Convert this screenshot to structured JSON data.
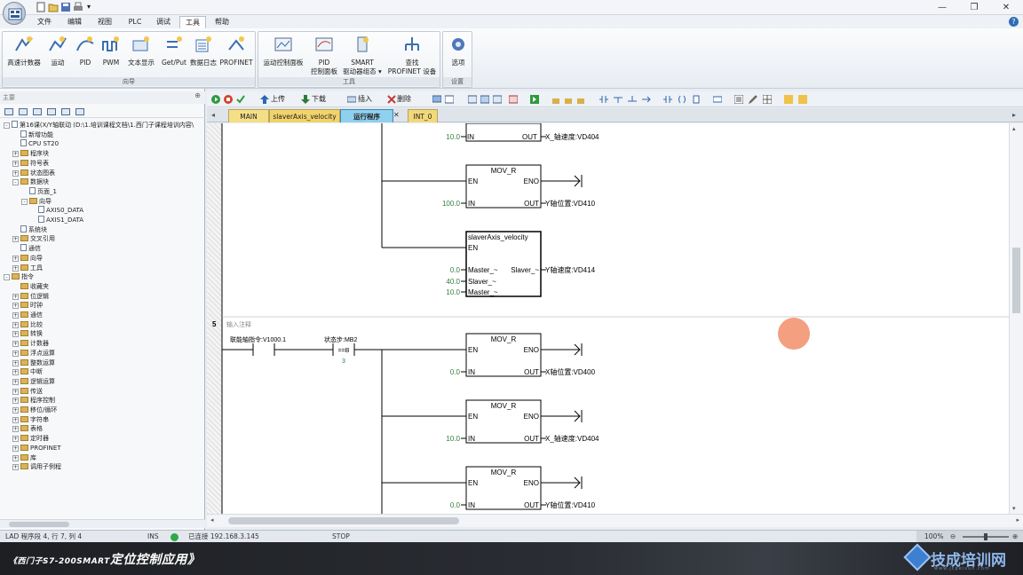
{
  "quick_access": {
    "icons": [
      "new-icon",
      "open-icon",
      "save-icon",
      "print-icon"
    ]
  },
  "window": {
    "minimize": "—",
    "restore": "❐",
    "close": "✕"
  },
  "menu": {
    "tabs": [
      {
        "label": "文件"
      },
      {
        "label": "编辑"
      },
      {
        "label": "视图"
      },
      {
        "label": "PLC"
      },
      {
        "label": "调试"
      },
      {
        "label": "工具"
      },
      {
        "label": "帮助"
      }
    ],
    "active": "工具",
    "help": "?"
  },
  "ribbon": {
    "wizard_group": {
      "label": "向导",
      "buttons": [
        "高速计数器",
        "运动",
        "PID",
        "PWM",
        "文本显示",
        "Get/Put",
        "数据日志",
        "PROFINET"
      ]
    },
    "tools_group": {
      "label": "工具",
      "buttons": [
        [
          "运动控制面板",
          ""
        ],
        [
          "PID",
          "控制面板"
        ],
        [
          "SMART",
          "驱动器组态 ▾"
        ],
        [
          "查找",
          "PROFINET 设备"
        ]
      ]
    },
    "settings_group": {
      "label": "设置",
      "buttons": [
        "选项"
      ]
    }
  },
  "left_panel": {
    "title": "主要",
    "pin": "⊕",
    "tree": [
      {
        "depth": 0,
        "pm": "-",
        "icon": "project",
        "label": "第16课(X/Y轴联动 (D:\\1.培训课程文档\\1.西门子课程培训内容\\"
      },
      {
        "depth": 1,
        "pm": "",
        "icon": "doc",
        "label": "新增功能"
      },
      {
        "depth": 1,
        "pm": "",
        "icon": "doc",
        "label": "CPU ST20"
      },
      {
        "depth": 1,
        "pm": "+",
        "icon": "folder",
        "label": "程序块"
      },
      {
        "depth": 1,
        "pm": "+",
        "icon": "folder",
        "label": "符号表"
      },
      {
        "depth": 1,
        "pm": "+",
        "icon": "folder",
        "label": "状态图表"
      },
      {
        "depth": 1,
        "pm": "-",
        "icon": "folder",
        "label": "数据块"
      },
      {
        "depth": 2,
        "pm": "",
        "icon": "doc",
        "label": "页面_1"
      },
      {
        "depth": 2,
        "pm": "-",
        "icon": "folder",
        "label": "向导"
      },
      {
        "depth": 3,
        "pm": "",
        "icon": "doc",
        "label": "AXIS0_DATA"
      },
      {
        "depth": 3,
        "pm": "",
        "icon": "doc",
        "label": "AXIS1_DATA"
      },
      {
        "depth": 1,
        "pm": "",
        "icon": "doc",
        "label": "系统块"
      },
      {
        "depth": 1,
        "pm": "+",
        "icon": "folder",
        "label": "交叉引用"
      },
      {
        "depth": 1,
        "pm": "",
        "icon": "doc",
        "label": "通信"
      },
      {
        "depth": 1,
        "pm": "+",
        "icon": "folder",
        "label": "向导"
      },
      {
        "depth": 1,
        "pm": "+",
        "icon": "folder",
        "label": "工具"
      },
      {
        "depth": 0,
        "pm": "-",
        "icon": "folder",
        "label": "指令"
      },
      {
        "depth": 1,
        "pm": "",
        "icon": "folder",
        "label": "收藏夹"
      },
      {
        "depth": 1,
        "pm": "+",
        "icon": "folder",
        "label": "位逻辑"
      },
      {
        "depth": 1,
        "pm": "+",
        "icon": "folder",
        "label": "时钟"
      },
      {
        "depth": 1,
        "pm": "+",
        "icon": "folder",
        "label": "通信"
      },
      {
        "depth": 1,
        "pm": "+",
        "icon": "folder",
        "label": "比较"
      },
      {
        "depth": 1,
        "pm": "+",
        "icon": "folder",
        "label": "转换"
      },
      {
        "depth": 1,
        "pm": "+",
        "icon": "folder",
        "label": "计数器"
      },
      {
        "depth": 1,
        "pm": "+",
        "icon": "folder",
        "label": "浮点运算"
      },
      {
        "depth": 1,
        "pm": "+",
        "icon": "folder",
        "label": "整数运算"
      },
      {
        "depth": 1,
        "pm": "+",
        "icon": "folder",
        "label": "中断"
      },
      {
        "depth": 1,
        "pm": "+",
        "icon": "folder",
        "label": "逻辑运算"
      },
      {
        "depth": 1,
        "pm": "+",
        "icon": "folder",
        "label": "传送"
      },
      {
        "depth": 1,
        "pm": "+",
        "icon": "folder",
        "label": "程序控制"
      },
      {
        "depth": 1,
        "pm": "+",
        "icon": "folder",
        "label": "移位/循环"
      },
      {
        "depth": 1,
        "pm": "+",
        "icon": "folder",
        "label": "字符串"
      },
      {
        "depth": 1,
        "pm": "+",
        "icon": "folder",
        "label": "表格"
      },
      {
        "depth": 1,
        "pm": "+",
        "icon": "folder",
        "label": "定时器"
      },
      {
        "depth": 1,
        "pm": "+",
        "icon": "folder",
        "label": "PROFINET"
      },
      {
        "depth": 1,
        "pm": "+",
        "icon": "folder",
        "label": "库"
      },
      {
        "depth": 1,
        "pm": "+",
        "icon": "folder",
        "label": "调用子例程"
      }
    ]
  },
  "editor_toolbar": {
    "upload": "上传",
    "download": "下载",
    "insert": "插入",
    "delete": "删除"
  },
  "tabs": [
    {
      "label": "MAIN",
      "color": "#f5df86"
    },
    {
      "label": "slaverAxis_velocity",
      "color": "#f2d36b"
    },
    {
      "label": "运行程序",
      "color": "#8fd0ee"
    },
    {
      "label": "INT_0",
      "color": "#f3d879"
    }
  ],
  "ladder": {
    "top_partial": {
      "in_value": "10.0",
      "out_label": "OUT",
      "out_addr": "X_轴速度:VD404",
      "in_label": "IN"
    },
    "block1": {
      "name": "MOV_R",
      "en": "EN",
      "eno": "ENO",
      "in": "IN",
      "out": "OUT",
      "in_value": "100.0",
      "out_addr": "Y轴位置:VD410"
    },
    "block2": {
      "name": "slaverAxis_velocity",
      "en": "EN",
      "p1": "Master_~",
      "p1_out": "Slaver_~",
      "p2": "Slaver_~",
      "p3": "Master_~",
      "v1": "0.0",
      "v2": "40.0",
      "v3": "10.0",
      "out_addr": "Y轴速度:VD414"
    },
    "network5": {
      "num": "5",
      "comment": "输入注释",
      "contact1_label": "联能轴指令:V1000.1",
      "contact2_label": "状态步:MB2",
      "compare": "==B",
      "compare_value": "3"
    },
    "block3": {
      "name": "MOV_R",
      "en": "EN",
      "eno": "ENO",
      "in": "IN",
      "out": "OUT",
      "in_value": "0.0",
      "out_addr": "X轴位置:VD400"
    },
    "block4": {
      "name": "MOV_R",
      "en": "EN",
      "eno": "ENO",
      "in": "IN",
      "out": "OUT",
      "in_value": "10.0",
      "out_addr": "X_轴速度:VD404"
    },
    "block5": {
      "name": "MOV_R",
      "en": "EN",
      "eno": "ENO",
      "in": "IN",
      "out": "OUT",
      "in_value": "0.0",
      "out_addr": "Y轴位置:VD410"
    }
  },
  "status": {
    "mode": "LAD 程序段 4, 行 7, 列 4",
    "ins": "INS",
    "connected": "已连接 192.168.3.145",
    "run_state": "STOP",
    "zoom": "100%"
  },
  "banner": {
    "title_small": "《西门子S7-200SMART",
    "title_big": "定位控制应用》",
    "brand": "技成培训网",
    "url": "www.jcpeixun.com"
  }
}
